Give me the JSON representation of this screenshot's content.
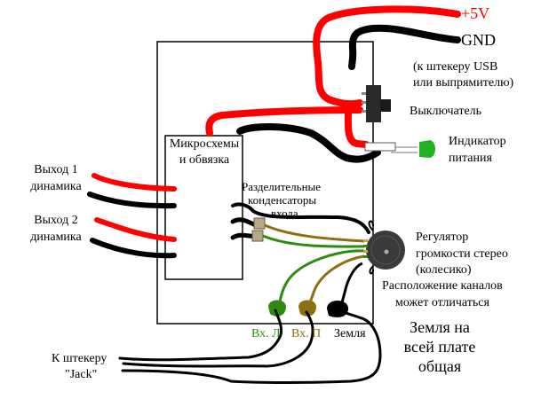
{
  "colors": {
    "plus_wire": "#ff0000",
    "ground_wire": "#000000",
    "left_channel": "#2e8b10",
    "right_channel": "#8b6f10",
    "led_green": "#22b422",
    "board_outline": "#000000",
    "pot_body": "#3a3a3a"
  },
  "power": {
    "plus_label": "+5V",
    "gnd_label": "GND",
    "source_note_line1": "(к штекеру USB",
    "source_note_line2": "или выпрямителю)"
  },
  "switch": {
    "label": "Выключатель"
  },
  "indicator": {
    "line1": "Индикатор",
    "line2": "питания"
  },
  "chip": {
    "line1": "Микросхемы",
    "line2": "и обвязка"
  },
  "capacitors": {
    "line1": "Разделительные",
    "line2": "конденсаторы",
    "line3": "входа"
  },
  "outputs": [
    {
      "line1": "Выход 1",
      "line2": "динамика"
    },
    {
      "line1": "Выход 2",
      "line2": "динамика"
    }
  ],
  "potentiometer": {
    "line1": "Регулятор",
    "line2": "громкости стерео",
    "line3": "(колесико)",
    "note_line1": "Расположение каналов",
    "note_line2": "может отличаться"
  },
  "inputs": {
    "left": "Вх. Л",
    "right": "Вх. П",
    "ground": "Земля"
  },
  "ground_note": {
    "line1": "Земля на",
    "line2": "всей плате",
    "line3": "общая"
  },
  "jack": {
    "line1": "К штекеру",
    "line2": "\"Jack\""
  }
}
